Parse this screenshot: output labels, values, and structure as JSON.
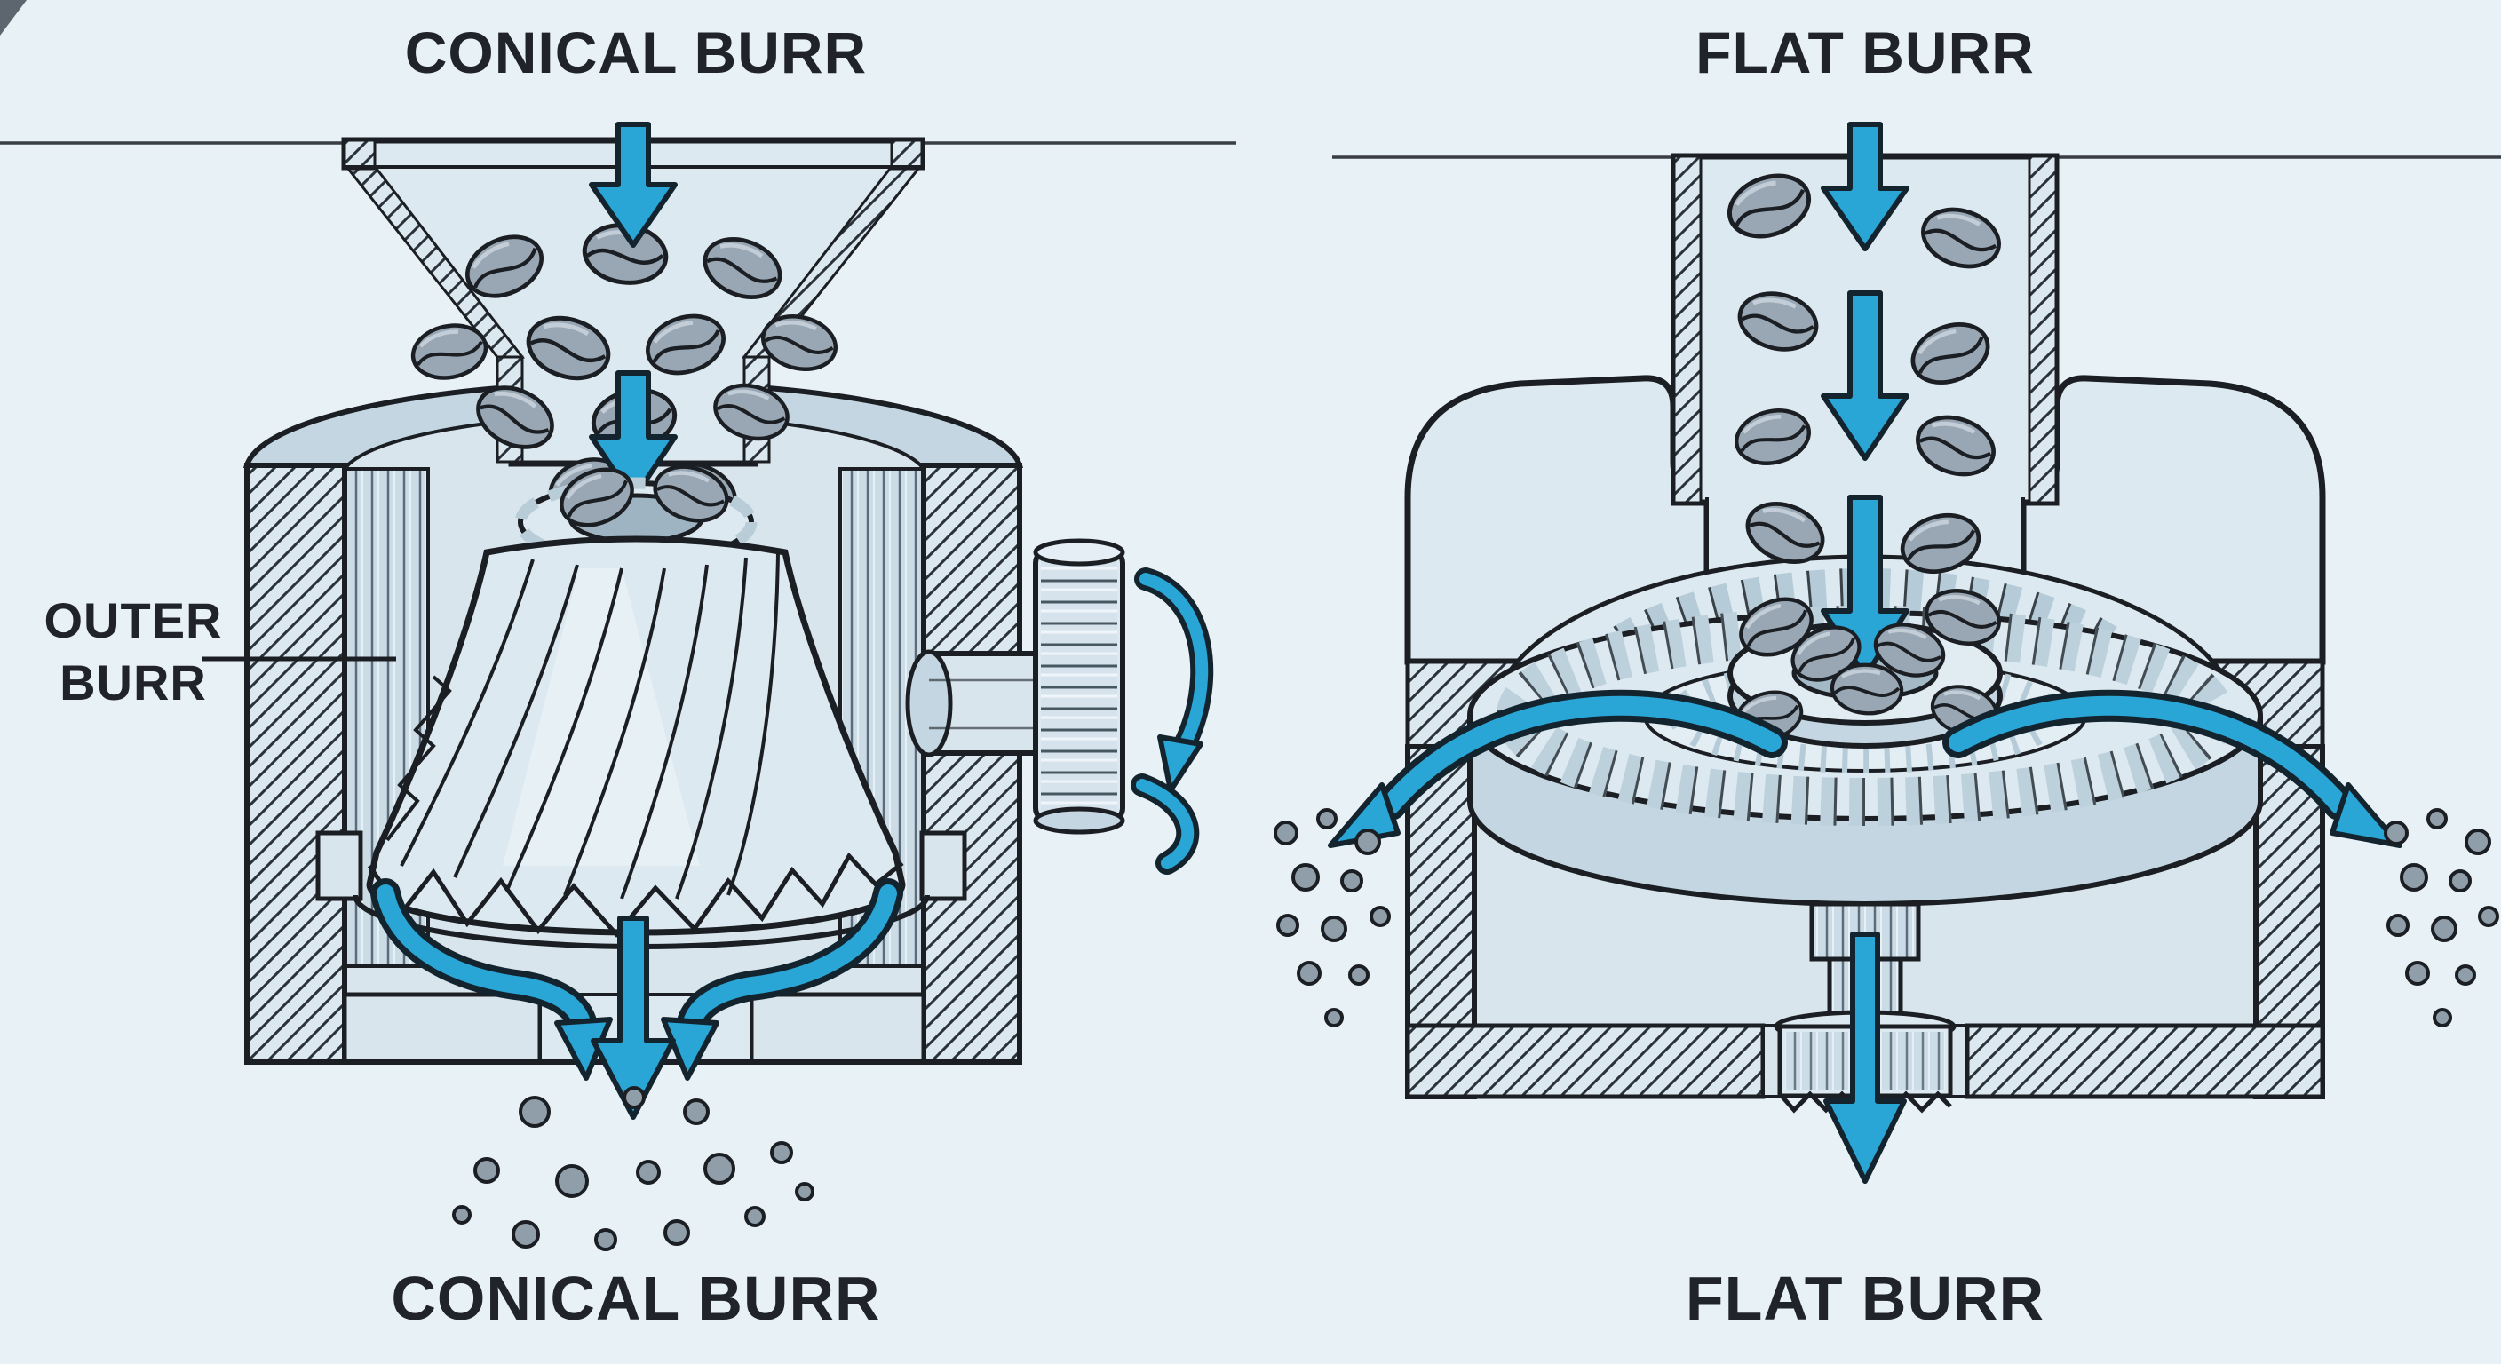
{
  "figure": {
    "type": "technical-illustration",
    "subject": "coffee grinder burr comparison",
    "colors": {
      "background": "#e8f1f5",
      "ink_outline": "#1b1f24",
      "arrow_blue": "#29a5d6",
      "metal_light": "#dde9f0",
      "metal_mid": "#c3d6e1",
      "bean_gray": "#98a7b3",
      "particle_gray": "#8f9ea9"
    }
  },
  "left_panel": {
    "title": "CONICAL BURR",
    "caption": "CONICAL BURR",
    "callout": {
      "line1": "OUTER",
      "line2": "BURR"
    }
  },
  "right_panel": {
    "title": "FLAT BURR",
    "caption": "FLAT BURR"
  }
}
